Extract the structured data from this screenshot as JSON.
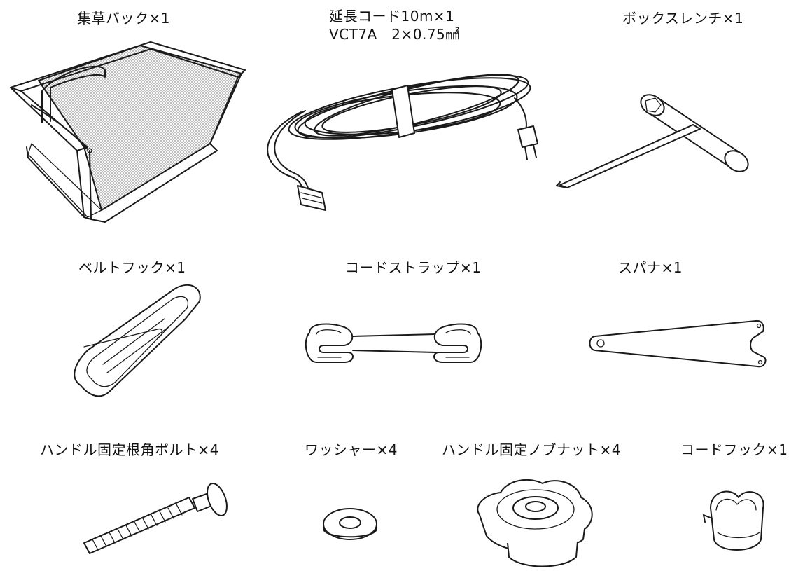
{
  "parts": {
    "grass_bag": "集草バック×1",
    "extension_cord_line1": "延長コード10m×1",
    "extension_cord_line2": "VCT7A　2×0.75㎟",
    "box_wrench": "ボックスレンチ×1",
    "belt_hook": "ベルトフック×1",
    "cord_strap": "コードストラップ×1",
    "spanner": "スパナ×1",
    "carriage_bolt": "ハンドル固定根角ボルト×4",
    "washer": "ワッシャー×4",
    "knob_nut": "ハンドル固定ノブナット×4",
    "cord_hook": "コードフック×1"
  }
}
